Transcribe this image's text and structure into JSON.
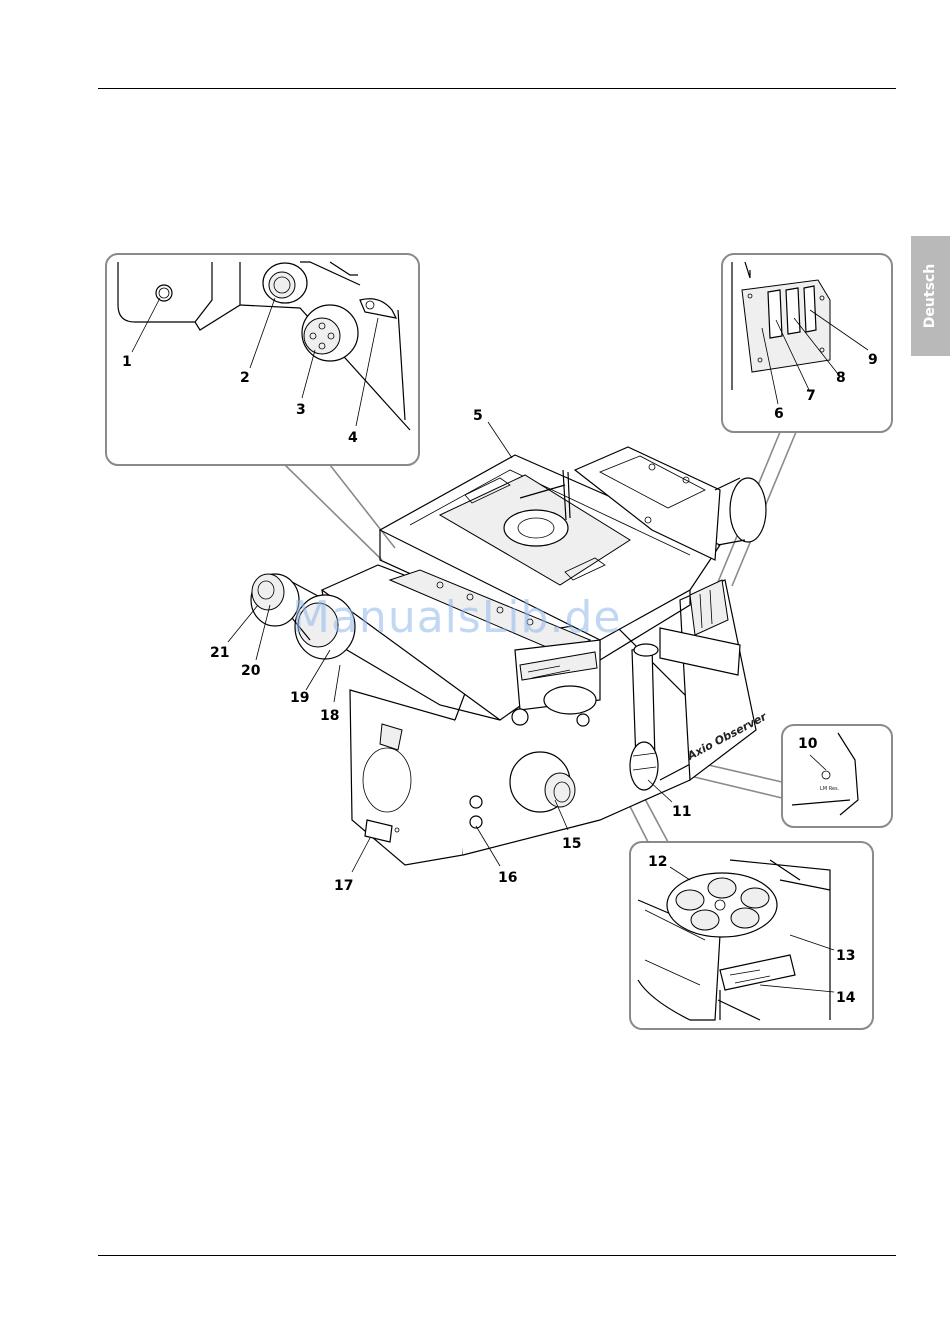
{
  "side_tab": {
    "label": "Deutsch"
  },
  "watermark": "ManualsLib.de",
  "device_brand": "Axio Observer",
  "button_caption": "LM Res.",
  "callouts": [
    "1",
    "2",
    "3",
    "4",
    "5",
    "6",
    "7",
    "8",
    "9",
    "10",
    "11",
    "12",
    "13",
    "14",
    "15",
    "16",
    "17",
    "18",
    "19",
    "20",
    "21"
  ]
}
